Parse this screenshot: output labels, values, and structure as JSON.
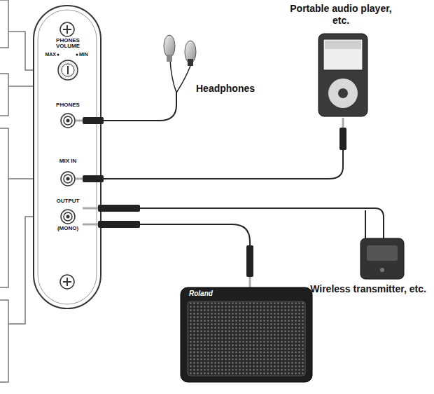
{
  "diagram": {
    "labels": [
      "Portable audio player, etc.",
      "Headphones",
      "PHONES VOLUME",
      "MAX",
      "MIN",
      "PHONES",
      "MIX IN",
      "OUTPUT",
      "(MONO)",
      "Wireless transmitter, etc.",
      "Roland"
    ]
  }
}
